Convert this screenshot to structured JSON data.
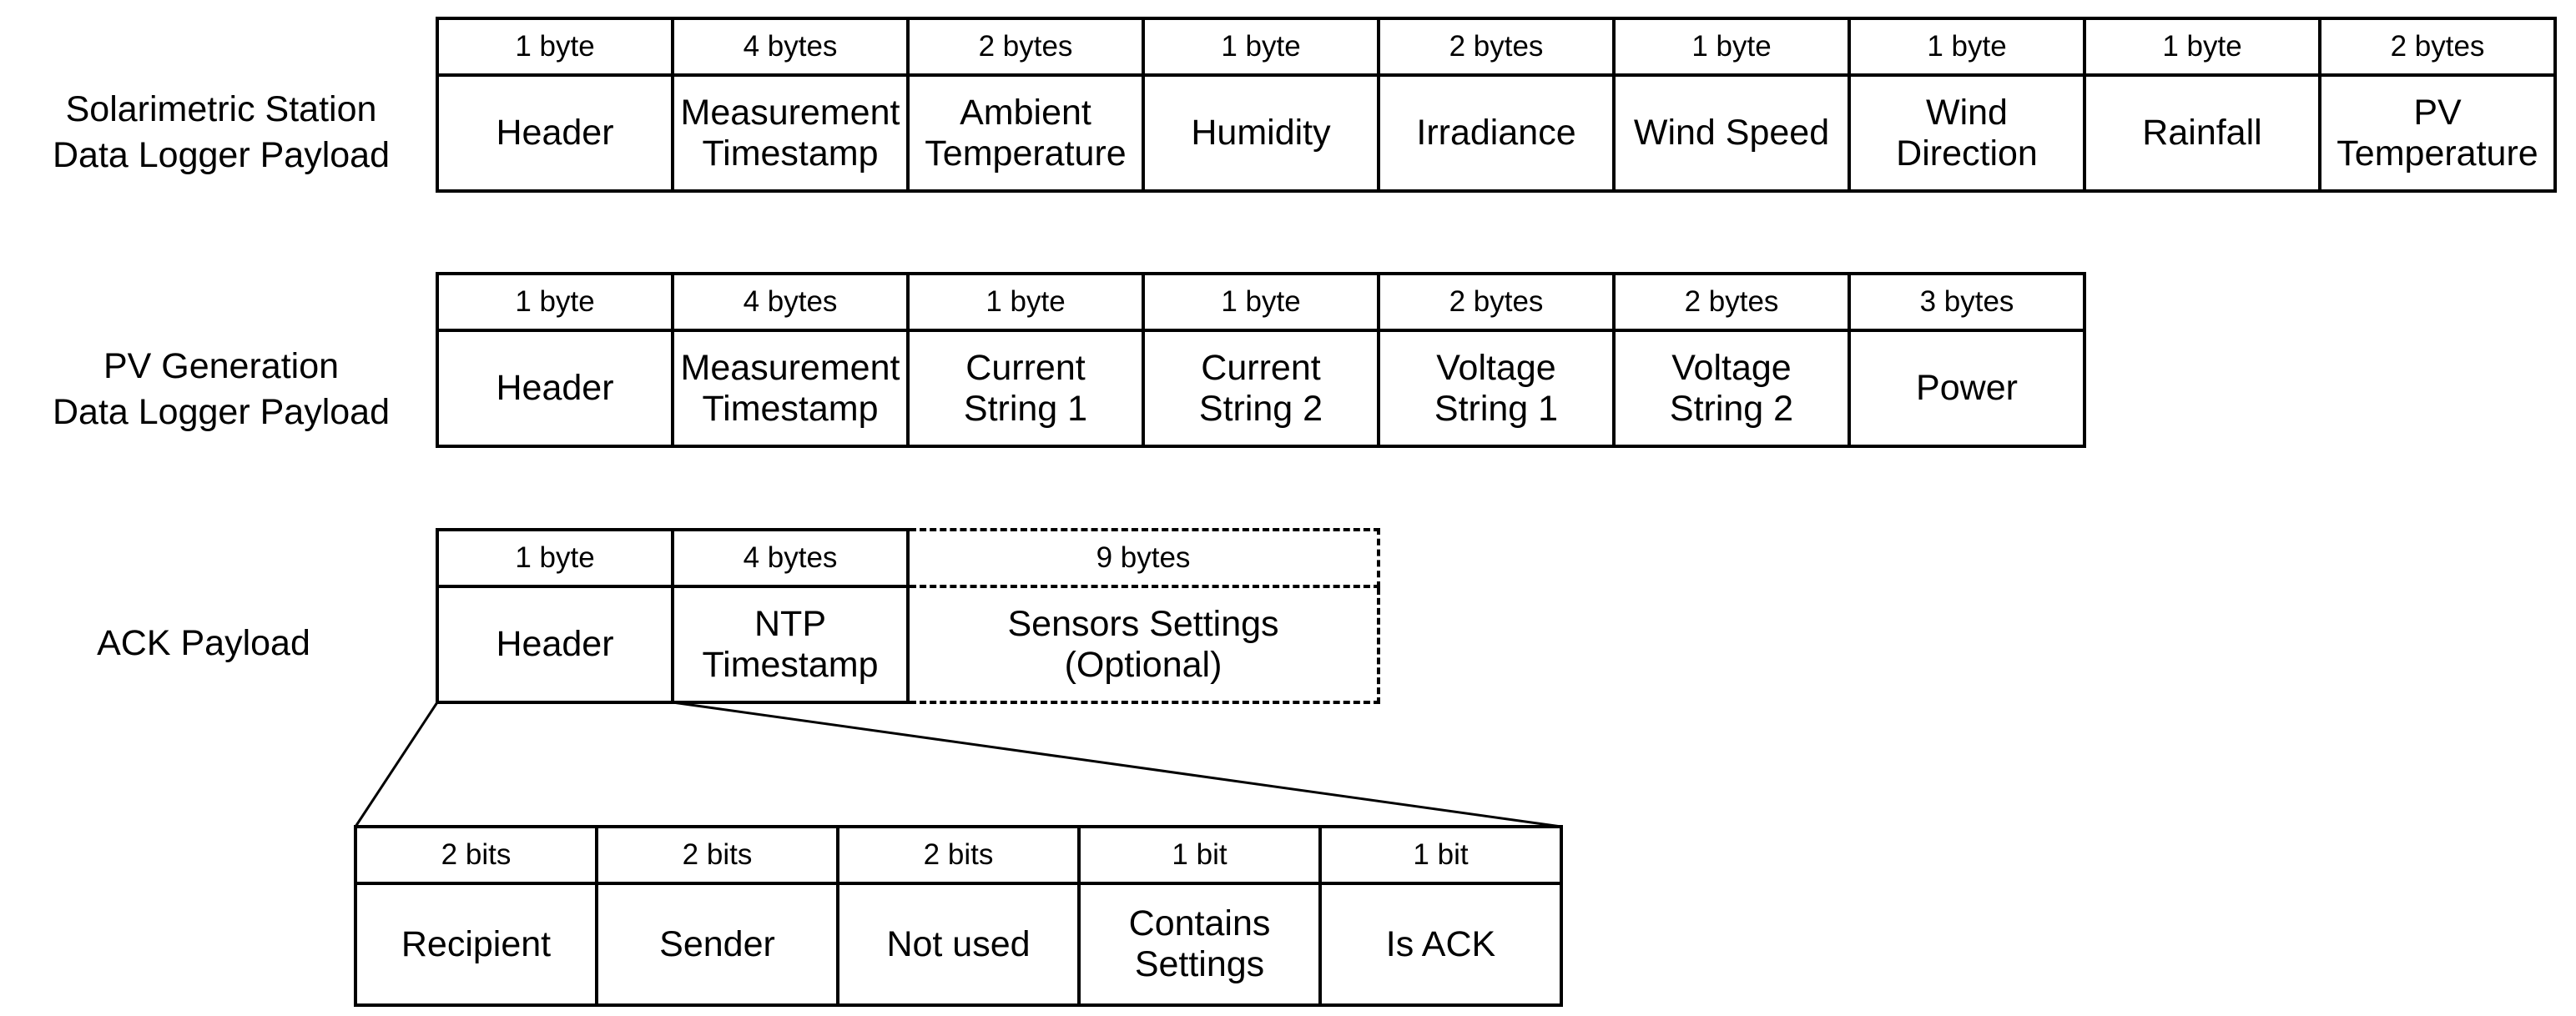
{
  "page": {
    "background": "#ffffff",
    "line_color": "#000000",
    "text_color": "#000000"
  },
  "diagram": {
    "payloads": [
      {
        "id": "solarimetric-station",
        "label_lines": [
          "Solarimetric Station",
          "Data Logger Payload"
        ],
        "fields": [
          {
            "size": "1 byte",
            "name": "Header"
          },
          {
            "size": "4 bytes",
            "name": "Measurement\nTimestamp"
          },
          {
            "size": "2 bytes",
            "name": "Ambient\nTemperature"
          },
          {
            "size": "1 byte",
            "name": "Humidity"
          },
          {
            "size": "2 bytes",
            "name": "Irradiance"
          },
          {
            "size": "1 byte",
            "name": "Wind Speed"
          },
          {
            "size": "1 byte",
            "name": "Wind\nDirection"
          },
          {
            "size": "1 byte",
            "name": "Rainfall"
          },
          {
            "size": "2 bytes",
            "name": "PV\nTemperature"
          }
        ]
      },
      {
        "id": "pv-generation",
        "label_lines": [
          "PV Generation",
          "Data Logger Payload"
        ],
        "fields": [
          {
            "size": "1 byte",
            "name": "Header"
          },
          {
            "size": "4 bytes",
            "name": "Measurement\nTimestamp"
          },
          {
            "size": "1 byte",
            "name": "Current\nString 1"
          },
          {
            "size": "1 byte",
            "name": "Current\nString 2"
          },
          {
            "size": "2 bytes",
            "name": "Voltage\nString 1"
          },
          {
            "size": "2 bytes",
            "name": "Voltage\nString 2"
          },
          {
            "size": "3 bytes",
            "name": "Power"
          }
        ]
      },
      {
        "id": "ack",
        "label_lines": [
          "ACK Payload"
        ],
        "fields": [
          {
            "size": "1 byte",
            "name": "Header"
          },
          {
            "size": "4 bytes",
            "name": "NTP\nTimestamp"
          },
          {
            "size": "9 bytes",
            "name": "Sensors Settings\n(Optional)",
            "optional": true,
            "span": 2
          }
        ]
      }
    ],
    "header_bits": {
      "id": "header-bits",
      "fields": [
        {
          "size": "2 bits",
          "name": "Recipient"
        },
        {
          "size": "2 bits",
          "name": "Sender"
        },
        {
          "size": "2 bits",
          "name": "Not used"
        },
        {
          "size": "1 bit",
          "name": "Contains\nSettings"
        },
        {
          "size": "1 bit",
          "name": "Is ACK"
        }
      ]
    }
  }
}
